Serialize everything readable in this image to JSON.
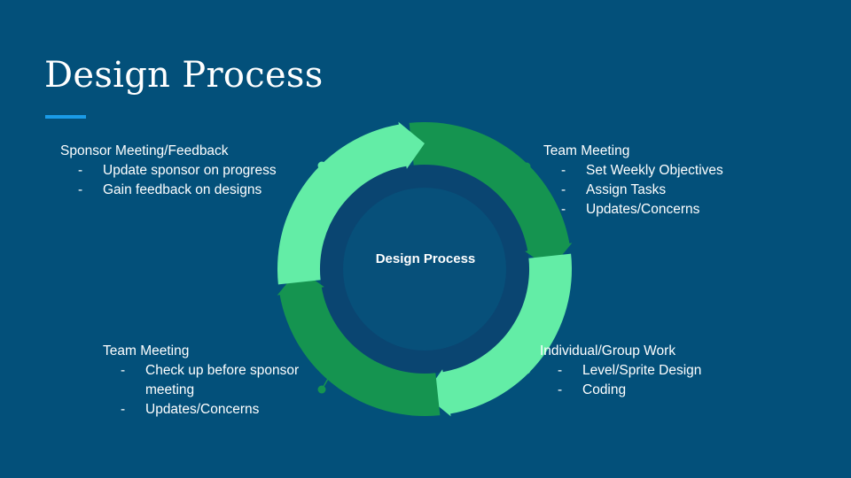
{
  "slide": {
    "title": "Design Process"
  },
  "diagram": {
    "center_label": "Design Process",
    "colors": {
      "background": "#03507a",
      "light_segment": "#63eda6",
      "dark_segment": "#159450",
      "inner_ring": "#0a4571",
      "inner_disc": "#07507a",
      "accent_line": "#1a9be8"
    }
  },
  "blocks": {
    "sponsor": {
      "heading": "Sponsor Meeting/Feedback",
      "items": [
        "Update sponsor on progress",
        "Gain feedback on designs"
      ]
    },
    "team_top": {
      "heading": "Team Meeting",
      "items": [
        "Set Weekly Objectives",
        "Assign Tasks",
        "Updates/Concerns"
      ]
    },
    "individual": {
      "heading": "Individual/Group Work",
      "items": [
        "Level/Sprite Design",
        "Coding"
      ]
    },
    "team_bottom": {
      "heading": "Team Meeting",
      "items": [
        "Check up before sponsor meeting",
        "Updates/Concerns"
      ]
    }
  }
}
